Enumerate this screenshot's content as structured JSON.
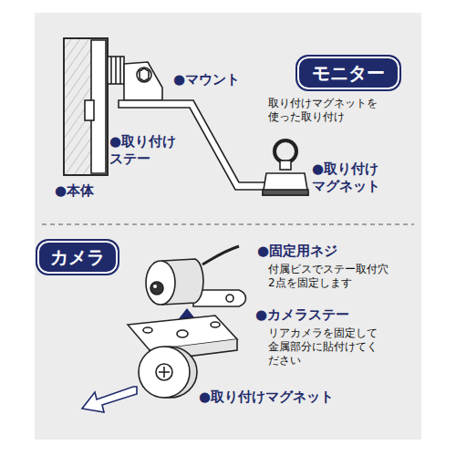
{
  "diagram": {
    "nodes": [
      {
        "text": [
          "モニター"
        ]
      },
      {
        "text": [
          "カメラ"
        ]
      }
    ],
    "labels": [
      "●マウント",
      "●取り付け ステー",
      "●本体",
      "●取り付け マグネット",
      "取り付けマグネットを 使った取り付け",
      "●固定用ネジ",
      "付属ビスでステー取付穴 2点を固定します",
      "●カメラステー",
      "リアカメラを固定して 金属部分に貼付けてく ださい",
      "●取り付けマグネット"
    ]
  }
}
